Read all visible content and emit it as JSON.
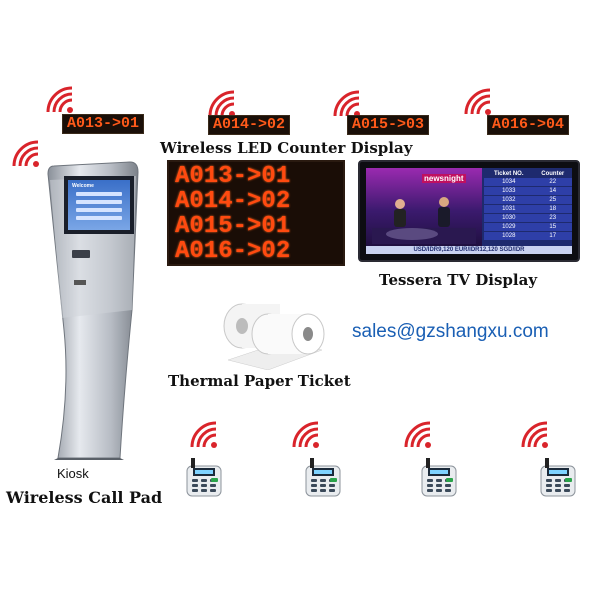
{
  "led_counters": [
    "A013->01",
    "A014->02",
    "A015->03",
    "A016->04"
  ],
  "led_counter_caption": "Wireless LED Counter Display",
  "led_board_rows": [
    "A013->01",
    "A014->02",
    "A015->01",
    "A016->02"
  ],
  "tv": {
    "caption": "Tessera TV Display",
    "logo": "newsnight",
    "headers": [
      "Ticket NO.",
      "Counter"
    ],
    "rows": [
      [
        "1034",
        "22"
      ],
      [
        "1033",
        "14"
      ],
      [
        "1032",
        "25"
      ],
      [
        "1031",
        "18"
      ],
      [
        "1030",
        "23"
      ],
      [
        "1029",
        "15"
      ],
      [
        "1028",
        "17"
      ]
    ],
    "ticker": "USD/IDR9,120 EUR/IDR12,120 SGD/IDR"
  },
  "kiosk": {
    "label": "Kiosk",
    "menu_title": "Welcome"
  },
  "paper_caption": "Thermal Paper Ticket",
  "email": "sales@gzshangxu.com",
  "call_pad_caption": "Wireless Call Pad",
  "colors": {
    "led": "#ff4a10",
    "wifi": "#d9242b",
    "email": "#1a5fb4",
    "kiosk_body": "#bfc4cc"
  }
}
